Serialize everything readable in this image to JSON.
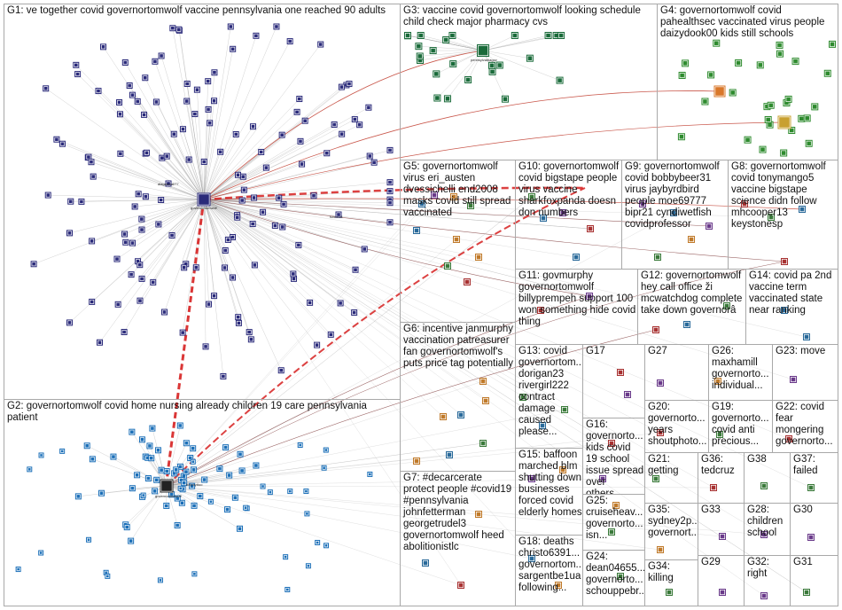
{
  "groups": [
    {
      "id": "G1",
      "text": "G1: ve together covid governortomwolf vaccine pennsylvania one reached 90 adults"
    },
    {
      "id": "G2",
      "text": "G2: governortomwolf covid home nursing already children 19 care pennsylvania patient"
    },
    {
      "id": "G3",
      "text": "G3: vaccine covid governortomwolf looking schedule child check major pharmacy cvs"
    },
    {
      "id": "G4",
      "text": "G4: governortomwolf covid pahealthsec vaccinated virus people daizydook00 kids still schools"
    },
    {
      "id": "G5",
      "text": "G5: governortomwolf virus eri_austen dvessichelli end2008 masks covid still spread vaccinated"
    },
    {
      "id": "G10",
      "text": "G10: governortomwolf covid bigstape people virus vaccine sharkfoxpanda doesn don numbers"
    },
    {
      "id": "G9",
      "text": "G9: governortomwolf covid bobbybeer31 virus jaybyrdbird people moe69777 bipr21 cyndiwetfish covidprofessor"
    },
    {
      "id": "G8",
      "text": "G8: governortomwolf covid tonymango5 vaccine bigstape science didn follow mhcooper13 keystonesp"
    },
    {
      "id": "G11",
      "text": "G11: govmurphy governortomwolf billyprempeh support 100 won something hide covid thing"
    },
    {
      "id": "G12",
      "text": "G12: governortomwolf hey call office ži mcwatchdog complete take down governorâ"
    },
    {
      "id": "G14",
      "text": "G14: covid pa 2nd vaccine term vaccinated state near ranking"
    },
    {
      "id": "G6",
      "text": "G6: incentive janmurphy vaccination patreasurer fan governortomwolf's puts price tag potentially"
    },
    {
      "id": "G13",
      "text": "G13: covid governortom... dorigan23 rivergirl222 contract damage caused please..."
    },
    {
      "id": "G17",
      "text": "G17"
    },
    {
      "id": "G27",
      "text": "G27"
    },
    {
      "id": "G26",
      "text": "G26: maxhamill governorto... individual..."
    },
    {
      "id": "G23",
      "text": "G23: move"
    },
    {
      "id": "G20",
      "text": "G20: governorto... years shoutphoto..."
    },
    {
      "id": "G19",
      "text": "G19: governorto... covid anti precious..."
    },
    {
      "id": "G22",
      "text": "G22: covid fear mongering governorto..."
    },
    {
      "id": "G16",
      "text": "G16: governorto... kids covid 19 school issue spread over others..."
    },
    {
      "id": "G21",
      "text": "G21: getting"
    },
    {
      "id": "G36",
      "text": "G36: tedcruz"
    },
    {
      "id": "G38",
      "text": "G38"
    },
    {
      "id": "G37",
      "text": "G37: failed"
    },
    {
      "id": "G15",
      "text": "G15: baffoon marched blm shutting down businesses forced covid elderly homes"
    },
    {
      "id": "G25",
      "text": "G25: cruiseheav... governorto... isn..."
    },
    {
      "id": "G33",
      "text": "G33"
    },
    {
      "id": "G28",
      "text": "G28: children school"
    },
    {
      "id": "G30",
      "text": "G30"
    },
    {
      "id": "G7",
      "text": "G7: #decarcerate protect people #covid19 #pennsylvania johnfetterman georgetrudel3 governortomwolf heed abolitionistlc"
    },
    {
      "id": "G35",
      "text": "G35: sydney2p... governort..."
    },
    {
      "id": "G18",
      "text": "G18: deaths christo6391... governortom... sargentbe1ua following..."
    },
    {
      "id": "G24",
      "text": "G24: dean04655... governorto... schouppebr..."
    },
    {
      "id": "G34",
      "text": "G34: killing"
    },
    {
      "id": "G29",
      "text": "G29"
    },
    {
      "id": "G32",
      "text": "G32: right"
    },
    {
      "id": "G31",
      "text": "G31"
    }
  ],
  "hubs": {
    "g1_hub": "governortomwolf",
    "g2_hub": "governortomwolf",
    "g3_hub": "pennsylvaniagov",
    "g1_side_a": "alagamkali77",
    "g1_side_b": "futton18",
    "g2_side": "helpbyttoo"
  },
  "colors": {
    "edge": "#9a9a9a",
    "edge_red": "#c0392b",
    "edge_strong": "#d62020",
    "box_border": "#a9a9a9",
    "node_g1": "#2a2a7a",
    "node_g2": "#1b6fb8",
    "node_g3": "#1a6b3a",
    "node_g4": "#2e8b2e"
  }
}
